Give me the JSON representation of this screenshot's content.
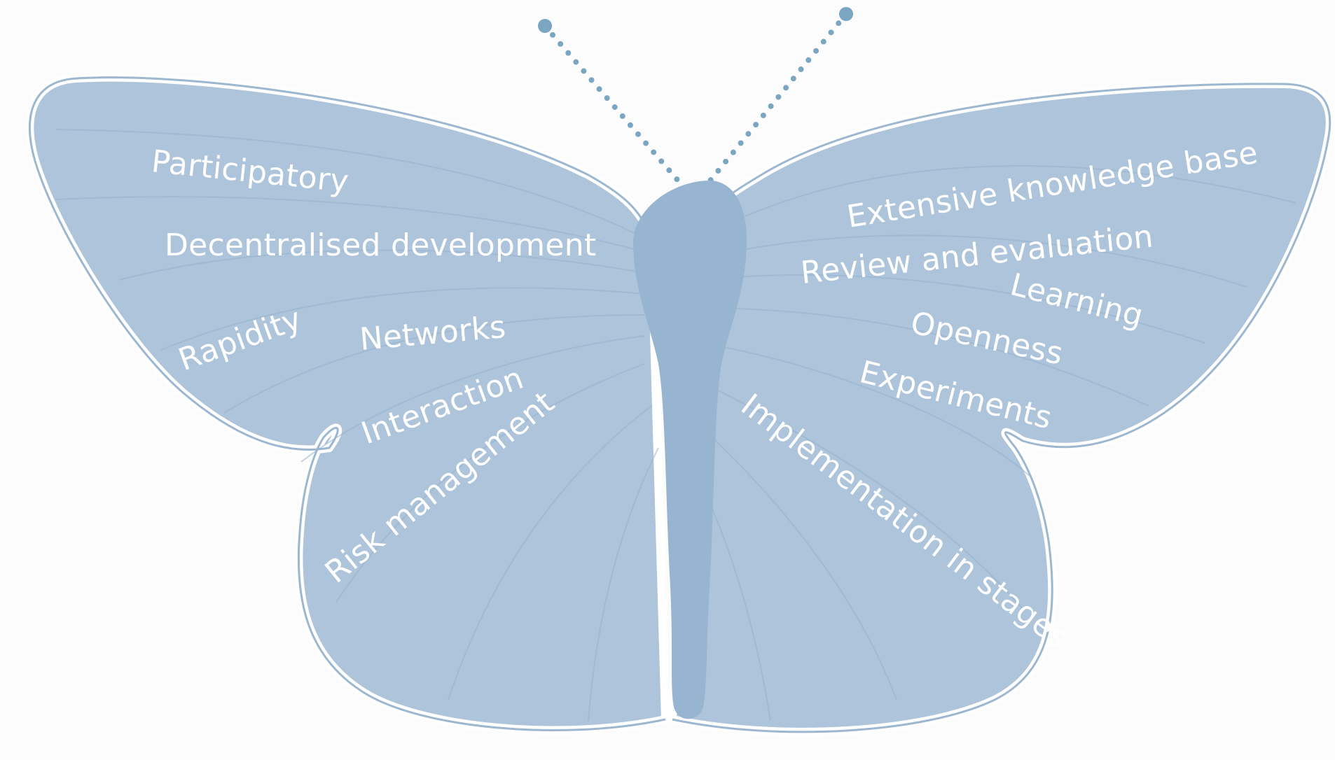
{
  "colors": {
    "background": "#fdfcfc",
    "wing": "#adc4da",
    "wing_outline": "#ffffff",
    "wing_border": "#9db7d0",
    "body": "#97b4d0",
    "antenna": "#7aa6c2",
    "label": "#ffffff"
  },
  "labels": {
    "participatory": "Participatory",
    "decentralised": "Decentralised development",
    "rapidity": "Rapidity",
    "networks": "Networks",
    "interaction": "Interaction",
    "risk_management": "Risk management",
    "extensive_knowledge": "Extensive knowledge base",
    "review_evaluation": "Review and evaluation",
    "learning": "Learning",
    "openness": "Openness",
    "experiments": "Experiments",
    "implementation_stages": "Implementation in stages"
  }
}
